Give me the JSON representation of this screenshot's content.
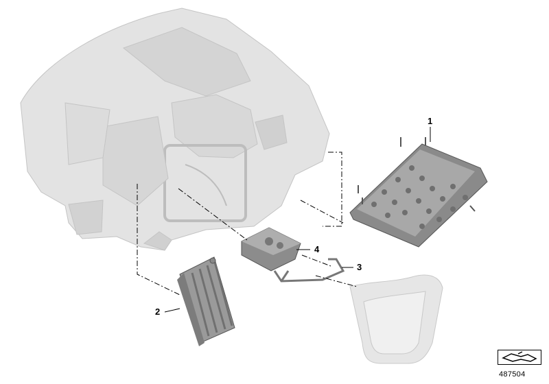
{
  "diagram": {
    "callouts": [
      {
        "id": "1",
        "label": "1"
      },
      {
        "id": "2",
        "label": "2"
      },
      {
        "id": "3",
        "label": "3"
      },
      {
        "id": "4",
        "label": "4"
      }
    ],
    "reference_number": "487504"
  },
  "colors": {
    "ghost_part": "#e3e3e3",
    "ghost_edge": "#c4c4c4",
    "part_dark": "#8a8a8a",
    "part_mid": "#b0b0b0",
    "line": "#000000"
  },
  "icons": [
    "headlight-housing-ghost",
    "led-module-part",
    "heat-sink-part",
    "bracket-part",
    "control-unit-part",
    "cover-cap-ghost",
    "vehicle-section-stamp-icon"
  ]
}
